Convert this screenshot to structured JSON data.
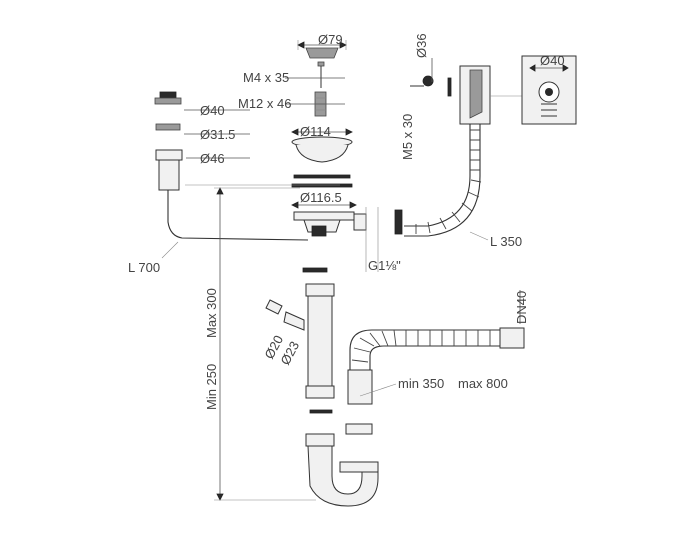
{
  "labels": {
    "dia_79": "Ø79",
    "m4x35": "M4 x 35",
    "m12x46": "M12 x 46",
    "dia_114": "Ø114",
    "dia_116_5": "Ø116.5",
    "dia_40_cap": "Ø40",
    "dia_31_5": "Ø31.5",
    "dia_46": "Ø46",
    "dia_36": "Ø36",
    "m5x30": "M5 x 30",
    "dia_40_box": "Ø40",
    "l_350": "L 350",
    "l_700": "L 700",
    "g1_1_8": "G1⅛\"",
    "max_300": "Max 300",
    "min_250": "Min 250",
    "dia_20": "Ø20",
    "dia_23": "Ø23",
    "dn40": "DN40",
    "min_350": "min 350",
    "max_800": "max 800"
  },
  "colors": {
    "line": "#333333",
    "text": "#444444",
    "part_fill": "#f1f1f1",
    "dark_part": "#2a2a2a"
  }
}
